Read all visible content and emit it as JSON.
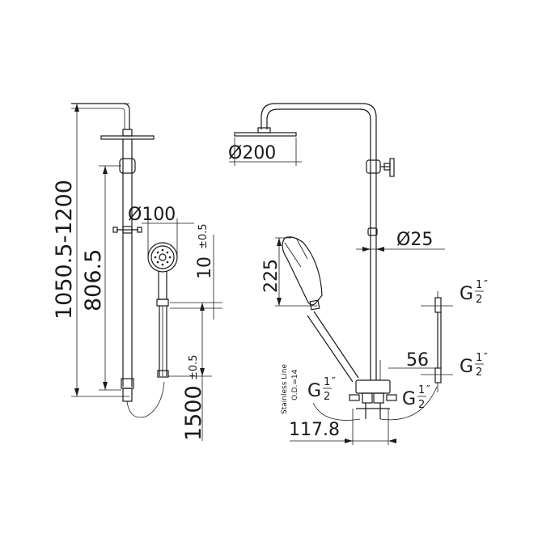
{
  "dimensions": {
    "total_height": "1050.5-1200",
    "slider_height": "806.5",
    "hand_shower_diameter": "Ø100",
    "tolerance_plus_minus": "±0.5",
    "ten": "10",
    "hose_length": "1500",
    "hose_tolerance": "±0.5",
    "head_diameter": "Ø200",
    "pipe_diameter": "Ø25",
    "hand_shower_length": "225",
    "offset_56": "56",
    "width_117": "117.8"
  },
  "threads": {
    "g": "G",
    "num": "1",
    "den": "2",
    "mark": "″"
  },
  "hose_label": {
    "line1": "Stainless Line",
    "line2": "O.D.=14"
  }
}
